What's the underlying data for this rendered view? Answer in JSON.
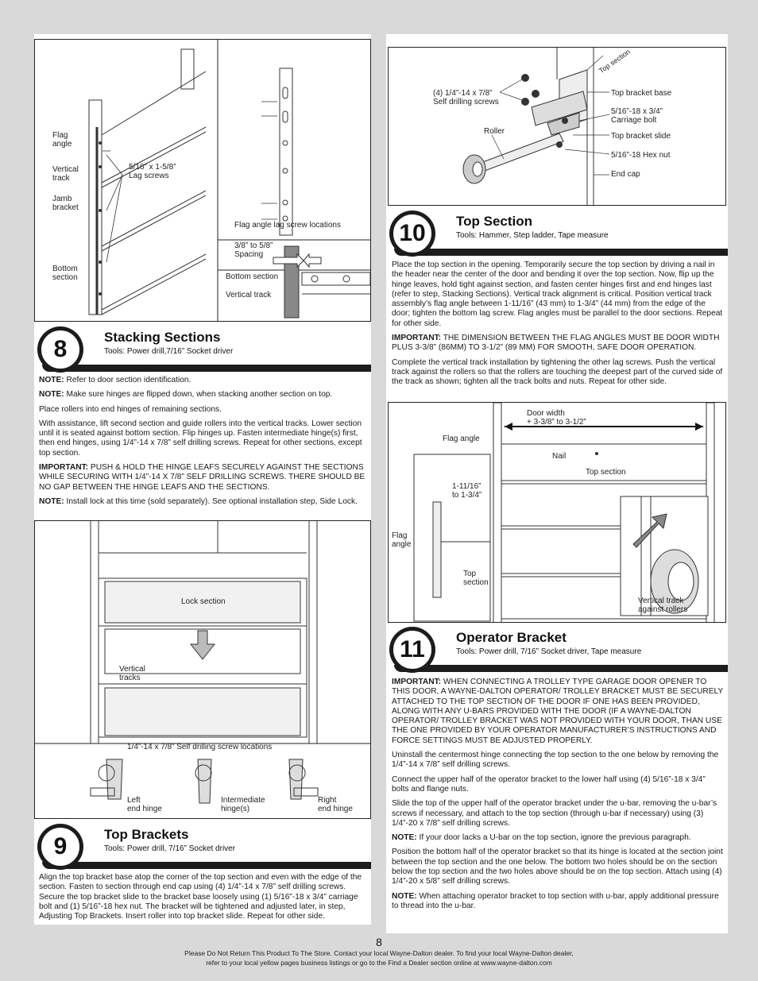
{
  "left": {
    "fig8": {
      "flag_angle": "Flag\nangle",
      "vertical_track": "Vertical\ntrack",
      "jamb_bracket": "Jamb\nbracket",
      "bottom_section": "Bottom\nsection",
      "lag_screws": "5/16” x 1-5/8”\nLag screws",
      "flag_angle_locations": "Flag angle lag screw locations",
      "spacing": "3/8” to 5/8”\nSpacing",
      "bottom_section_inset": "Bottom section",
      "vertical_track_inset": "Vertical track"
    },
    "step8": {
      "number": "8",
      "title": "Stacking Sections",
      "tools": "Tools: Power drill,7/16” Socket driver",
      "note1_label": "NOTE:",
      "note1": " Refer to door section identification.",
      "note2_label": "NOTE:",
      "note2": " Make sure hinges are flipped down, when stacking another section on top.",
      "para1": "Place rollers into end hinges of remaining sections.",
      "para2": "With assistance, lift second section and guide rollers into the vertical tracks. Lower section until it is seated against bottom section. Flip hinges up. Fasten intermediate hinge(s) first, then end hinges, using 1/4”-14 x 7/8” self drilling screws. Repeat for other sections, except top section.",
      "important_label": "IMPORTANT:",
      "important": " PUSH & HOLD THE HINGE LEAFS SECURELY AGAINST THE SECTIONS WHILE SECURING WITH 1/4”-14 X 7/8” SELF DRILLING SCREWS. THERE SHOULD BE NO GAP BETWEEN THE HINGE LEAFS AND THE SECTIONS.",
      "note3_label": "NOTE:",
      "note3": " Install lock at this time (sold separately). See optional installation step, Side Lock."
    },
    "fig9": {
      "lock_section": "Lock section",
      "vertical_tracks": "Vertical\ntracks",
      "screw_locations": "1/4”-14 x 7/8” Self drilling screw locations",
      "left_end_hinge": "Left\nend hinge",
      "intermediate_hinge": "Intermediate\nhinge(s)",
      "right_end_hinge": "Right\nend hinge"
    },
    "step9": {
      "number": "9",
      "title": "Top Brackets",
      "tools": "Tools: Power drill, 7/16” Socket driver",
      "para1": "Align the top bracket base atop the corner of the top section and even with the edge of the section. Fasten to section through end cap using (4) 1/4”-14 x 7/8” self drilling screws. Secure the top bracket slide to the bracket base loosely using (1) 5/16”-18 x 3/4” carriage bolt and (1) 5/16”-18 hex nut. The bracket will be tightened and adjusted later, in step, Adjusting Top Brackets. Insert roller into top bracket slide. Repeat for other side."
    }
  },
  "right": {
    "fig10": {
      "top_section": "Top section",
      "screws": "(4) 1/4”-14 x 7/8”\nSelf drilling screws",
      "roller": "Roller",
      "top_bracket_base": "Top bracket base",
      "carriage_bolt": "5/16”-18 x 3/4”\nCarriage bolt",
      "top_bracket_slide": "Top bracket slide",
      "hex_nut": "5/16”-18 Hex nut",
      "end_cap": "End cap"
    },
    "step10": {
      "number": "10",
      "title": "Top Section",
      "tools": "Tools: Hammer, Step ladder, Tape measure",
      "para1": "Place the top section in the opening. Temporarily secure the top section by driving a nail in the header near the center of the door and bending it over the top section. Now, flip up the hinge leaves, hold tight against section, and fasten center hinges first and end hinges last (refer to step, Stacking Sections). Vertical track alignment is critical. Position vertical track assembly’s flag angle between 1-11/16” (43 mm) to 1-3/4” (44 mm) from the edge of the door; tighten the bottom lag screw. Flag angles must be parallel to the door sections. Repeat for other side.",
      "important_label": "IMPORTANT:",
      "important": " THE DIMENSION BETWEEN THE FLAG ANGLES MUST BE DOOR WIDTH PLUS 3-3/8” (86MM) TO 3-1/2” (89 MM) FOR SMOOTH, SAFE DOOR OPERATION.",
      "para2": "Complete the vertical track installation by tightening the other lag screws. Push the vertical track against the rollers so that the rollers are touching the deepest part of the curved side of the track as shown; tighten all the track bolts and nuts. Repeat for other side."
    },
    "fig10b": {
      "door_width": "Door width\n+ 3-3/8” to 3-1/2”",
      "flag_angle": "Flag angle",
      "nail": "Nail",
      "top_section": "Top section",
      "dimension": "1-11/16”\nto 1-3/4”",
      "flag_angle_inset": "Flag\nangle",
      "top_section_inset": "Top\nsection",
      "vertical_track_rollers": "Vertical track\nagainst rollers"
    },
    "step11": {
      "number": "11",
      "title": "Operator Bracket",
      "tools": "Tools: Power drill, 7/16” Socket driver, Tape measure",
      "important_label": "IMPORTANT:",
      "important": " WHEN CONNECTING A TROLLEY TYPE GARAGE DOOR OPENER TO THIS DOOR, A WAYNE-DALTON OPERATOR/ TROLLEY BRACKET MUST BE SECURELY ATTACHED TO THE TOP SECTION OF THE DOOR IF ONE HAS BEEN PROVIDED, ALONG WITH ANY U-BARS PROVIDED WITH THE DOOR (IF A WAYNE-DALTON OPERATOR/ TROLLEY BRACKET WAS NOT PROVIDED WITH YOUR DOOR, THAN USE THE ONE PROVIDED BY YOUR OPERATOR MANUFACTURER’S INSTRUCTIONS AND FORCE SETTINGS MUST BE ADJUSTED PROPERLY.",
      "para1": "Uninstall the centermost hinge connecting the top section to the one below by removing the 1/4”-14 x 7/8” self drilling screws.",
      "para2": "Connect the upper half of the operator bracket to the lower half using (4) 5/16”-18 x 3/4” bolts and flange nuts.",
      "para3": "Slide the top of the upper half of the operator bracket under the u-bar, removing the u-bar’s screws if necessary, and attach to the top section (through u-bar if necessary) using (3) 1/4”-20 x 7/8” self drilling screws.",
      "note1_label": "NOTE:",
      "note1": " If your door lacks a U-bar on the top section, ignore the previous paragraph.",
      "para4": "Position the bottom half of the operator bracket so that its hinge is located at the section joint between the top section and the one below. The bottom two holes should be on the section below the top section and the two holes above should be on the top section. Attach using (4) 1/4”-20 x 5/8” self drilling screws.",
      "note2_label": "NOTE:",
      "note2": " When attaching operator bracket to top section with u-bar, apply additional pressure to thread into the u-bar."
    }
  },
  "page_number": "8",
  "footer_line1": "Please Do Not Return This Product To The Store. Contact your local Wayne-Dalton dealer. To find your local Wayne-Dalton dealer,",
  "footer_line2": "refer to your local yellow pages business listings or go to the Find a Dealer section online at www.wayne-dalton.com"
}
